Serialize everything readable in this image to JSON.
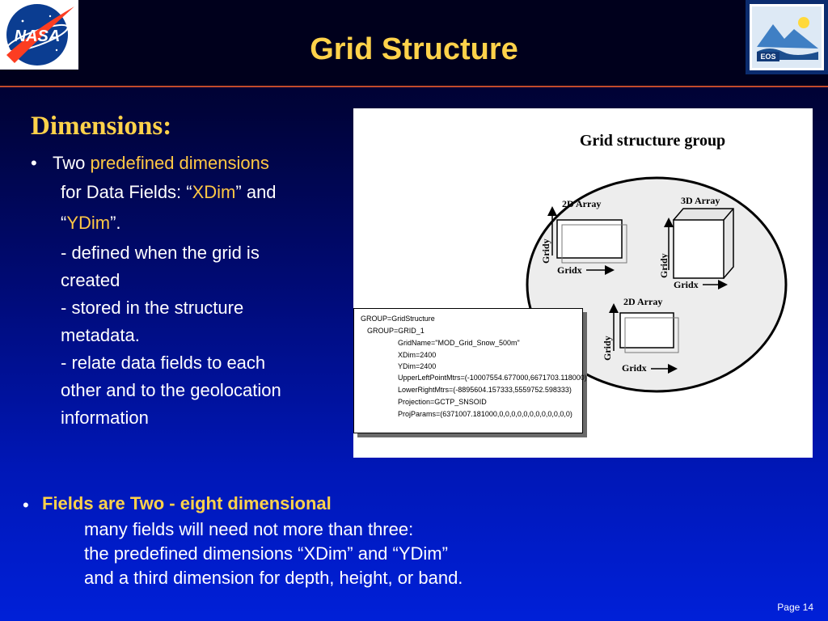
{
  "header": {
    "title": "Grid Structure",
    "nasa_logo_text": "NASA",
    "eos_logo_text": "EOS"
  },
  "dimensions": {
    "heading": "Dimensions:",
    "bullet_prefix": "Two ",
    "bullet_highlight": "predefined dimensions",
    "line2_prefix": "for Data Fields: “",
    "line2_highlight": "XDim",
    "line2_suffix": "” and",
    "line3_prefix": "“",
    "line3_highlight": "YDim",
    "line3_suffix": "”.",
    "subpoints": [
      "- defined when the grid is",
      "created",
      "- stored in the structure",
      "metadata.",
      "- relate data fields to each",
      "other and to the geolocation",
      "information"
    ]
  },
  "diagram": {
    "title": "Grid structure group",
    "array_2d_label": "2D Array",
    "array_3d_label": "3D Array",
    "array_2d_b_label": "2D Array",
    "gridy_label": "Gridy",
    "gridx_label": "Gridx",
    "metadata_lines": [
      "GROUP=GridStructure",
      "  GROUP=GRID_1",
      "      GridName=\"MOD_Grid_Snow_500m\"",
      "      XDim=2400",
      "      YDim=2400",
      "      UpperLeftPointMtrs=(-10007554.677000,6671703.118000)",
      "      LowerRightMtrs=(-8895604.157333,5559752.598333)",
      "      Projection=GCTP_SNSOID",
      "      ProjParams=(6371007.181000,0,0,0,0,0,0,0,0,0,0,0,0)"
    ]
  },
  "fields": {
    "bullet": "Fields are Two - eight dimensional",
    "lines": [
      "many fields will need not more than three:",
      "the predefined dimensions “XDim” and “YDim”",
      "and a third dimension for depth, height, or band."
    ]
  },
  "footer": {
    "page": "Page 14"
  },
  "colors": {
    "accent_yellow": "#ffd24a",
    "highlight_orange": "#ffc844",
    "header_rule": "#c24a2c"
  }
}
